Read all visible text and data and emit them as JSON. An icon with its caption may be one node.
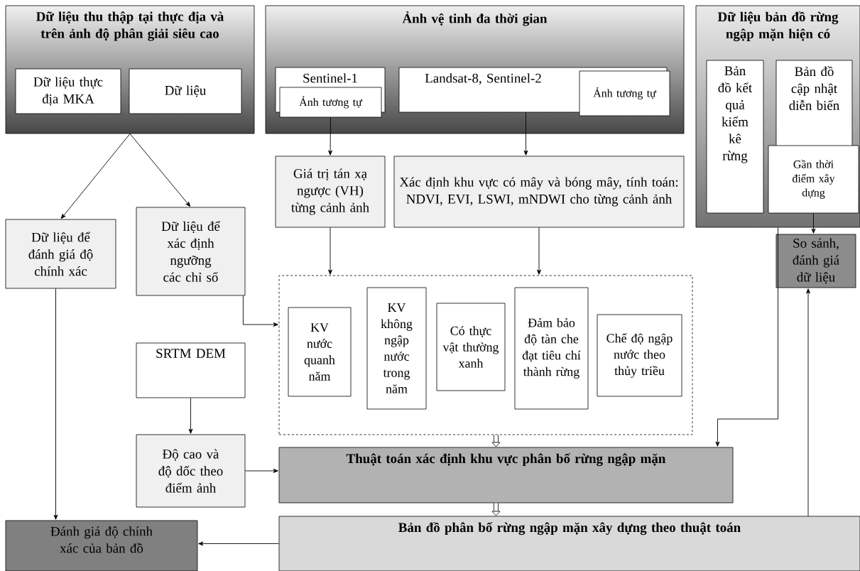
{
  "diagram": {
    "nodes": [
      {
        "text": [
          "Dữ liệu thu thập tại thực địa và trên ảnh độ phân giải siêu cao"
        ]
      },
      {
        "text": [
          "Dữ liệu thực địa MKA"
        ],
        "in": 0
      },
      {
        "text": [
          "Dữ liệu"
        ],
        "in": 0
      },
      {
        "text": [
          "Ảnh vệ tinh đa thời gian"
        ]
      },
      {
        "text": [
          "Sentinel-1"
        ],
        "in": 3
      },
      {
        "text": [
          "Ảnh tương tự"
        ],
        "in": 3
      },
      {
        "text": [
          "Landsat-8, Sentinel-2"
        ],
        "in": 3
      },
      {
        "text": [
          "Ảnh tương tự"
        ],
        "in": 3
      },
      {
        "text": [
          "Dữ liệu bản đồ rừng ngập mặn hiện có"
        ]
      },
      {
        "text": [
          "Bản đồ kết quả kiểm kê rừng"
        ],
        "in": 8
      },
      {
        "text": [
          "Bản đồ cập nhật diễn biến"
        ],
        "in": 8
      },
      {
        "text": [
          "Gần thời điểm xây dựng"
        ],
        "in": 8
      },
      {
        "text": [
          "Giá trị tán xạ ngược (VH) từng cảnh ảnh"
        ]
      },
      {
        "text": [
          "Xác định khu vực có mây và bóng mây, tính toán: NDVI, EVI, LSWI, mNDWI cho từng cảnh ảnh"
        ]
      },
      {
        "text": [
          "Dữ liệu để đánh giá độ chính xác"
        ]
      },
      {
        "text": [
          "Dữ liệu để xác định ngưỡng các chỉ số"
        ]
      },
      {
        "text": [],
        "shape": "box"
      },
      {
        "text": [
          "KV nước quanh năm"
        ],
        "in": 16
      },
      {
        "text": [
          "KV không ngập nước trong năm"
        ],
        "in": 16
      },
      {
        "text": [
          "Có thực vật thường xanh"
        ],
        "in": 16
      },
      {
        "text": [
          "Đảm bảo độ tàn che đạt tiêu chí thành rừng"
        ],
        "in": 16
      },
      {
        "text": [
          "Chế độ ngập nước theo thủy triều"
        ],
        "in": 16
      },
      {
        "text": [
          "SRTM DEM"
        ]
      },
      {
        "text": [
          "Độ cao và độ dốc theo điểm ảnh"
        ]
      },
      {
        "text": [
          "Thuật toán xác định khu vực phân bố rừng ngập mặn"
        ]
      },
      {
        "text": [
          "So sánh, đánh giá dữ liệu"
        ]
      },
      {
        "text": [
          "Đánh giá độ chính xác của bản đồ"
        ]
      },
      {
        "text": [
          "Bản đồ phân bố rừng ngập mặn xây dựng theo thuật toán"
        ]
      }
    ],
    "edges": [
      {
        "from": 0,
        "to": 14,
        "arrow": "to"
      },
      {
        "from": 0,
        "to": 15,
        "arrow": "to"
      },
      {
        "from": 5,
        "to": 12,
        "arrow": "to"
      },
      {
        "from": 6,
        "to": 13,
        "arrow": "to"
      },
      {
        "from": 12,
        "to": 16,
        "arrow": "to"
      },
      {
        "from": 13,
        "to": 16,
        "arrow": "to"
      },
      {
        "from": 15,
        "to": 16,
        "arrow": "to"
      },
      {
        "from": 22,
        "to": 23,
        "arrow": "to"
      },
      {
        "from": 23,
        "to": 24,
        "arrow": "to"
      },
      {
        "from": 16,
        "to": 24,
        "arrow": "to",
        "style": "thick"
      },
      {
        "from": 24,
        "to": 27,
        "arrow": "to",
        "style": "thick"
      },
      {
        "from": 8,
        "to": 24,
        "arrow": "to"
      },
      {
        "from": 11,
        "to": 25,
        "arrow": "to"
      },
      {
        "from": 27,
        "to": 25,
        "arrow": "to"
      },
      {
        "from": 27,
        "to": 26,
        "arrow": "to"
      },
      {
        "from": 14,
        "to": 26,
        "arrow": "to"
      }
    ]
  }
}
